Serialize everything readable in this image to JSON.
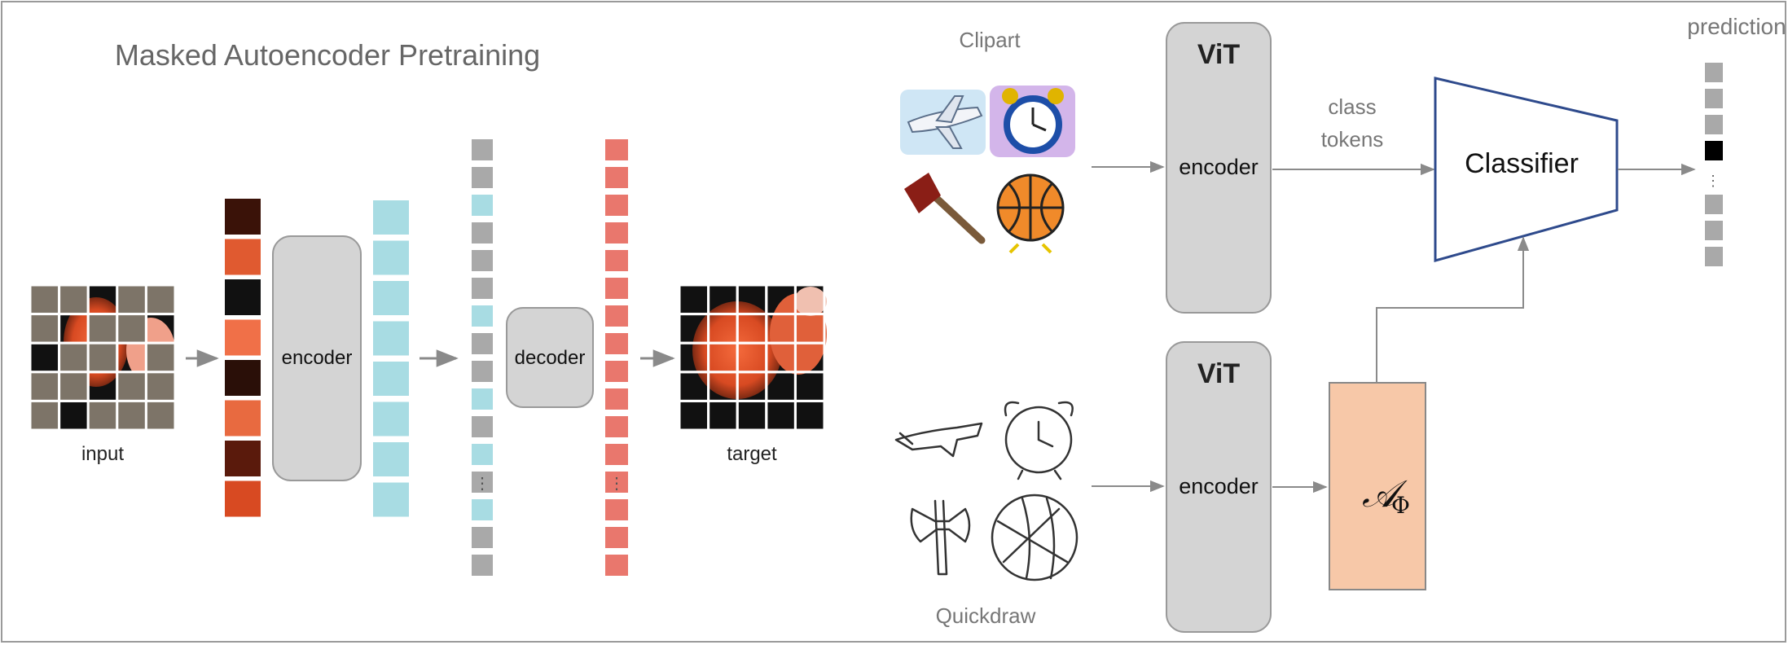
{
  "mae": {
    "title": "Masked Autoencoder Pretraining",
    "input_label": "input",
    "encoder_label": "encoder",
    "decoder_label": "decoder",
    "target_label": "target",
    "ellipsis": "⋮"
  },
  "right": {
    "clipart_label": "Clipart",
    "quickdraw_label": "Quickdraw",
    "vit_top_title": "ViT",
    "vit_top_label": "encoder",
    "vit_bottom_title": "ViT",
    "vit_bottom_label": "encoder",
    "class_tokens_label": "class\ntokens",
    "classifier_label": "Classifier",
    "adapter_symbol": "𝒜",
    "adapter_subscript": "Φ",
    "prediction_label": "prediction",
    "ellipsis": "⋮"
  },
  "colors": {
    "patch_gray": "#7d7468",
    "token_cyan": "#a8dce3",
    "token_gray": "#a9a9a9",
    "token_red": "#e9776d",
    "box_gray": "#d4d4d4",
    "adapter_fill": "#f7c8a8",
    "classifier_stroke": "#2e4a8c",
    "arrow_gray": "#8a8a8a"
  }
}
